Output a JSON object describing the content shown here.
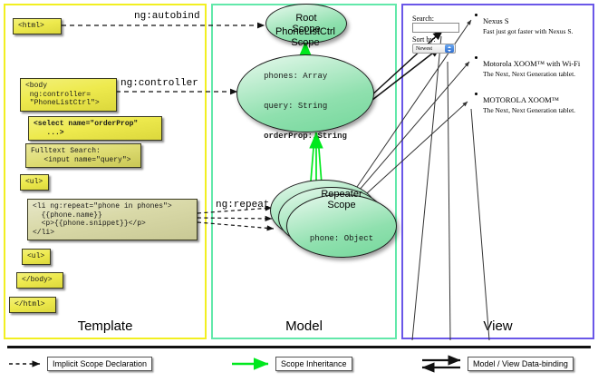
{
  "panels": {
    "template": {
      "label": "Template",
      "border_color": "#f2ef21"
    },
    "model": {
      "label": "Model",
      "border_color": "#62e8aa"
    },
    "view": {
      "label": "View",
      "border_color": "#6a57e8"
    }
  },
  "template_boxes": [
    {
      "id": "html-open",
      "text": "<html>"
    },
    {
      "id": "body-open",
      "text": "<body\n ng:controller=\n \"PhoneListCtrl\">"
    },
    {
      "id": "select",
      "text": "<select name=\"orderProp\"\n   ...>"
    },
    {
      "id": "fulltext",
      "text": "Fulltext Search:\n   <input name=\"query\">"
    },
    {
      "id": "ul-open",
      "text": "<ul>"
    },
    {
      "id": "li-repeat",
      "text": "<li ng:repeat=\"phone in phones\">\n  {{phone.name}}\n  <p>{{phone.snippet}}</p>\n</li>"
    },
    {
      "id": "ul-close",
      "text": "<ul>"
    },
    {
      "id": "body-close",
      "text": "</body>"
    },
    {
      "id": "html-close",
      "text": "</html>"
    }
  ],
  "connector_labels": {
    "autobind": "ng:autobind",
    "controller": "ng:controller",
    "repeat": "ng:repeat"
  },
  "scopes": [
    {
      "id": "root",
      "title": "Root\nScope",
      "title_lines": [
        "Root",
        "Scope"
      ],
      "props": []
    },
    {
      "id": "phonelist",
      "title": "PhoneListCtrl\nScope",
      "title_lines": [
        "PhoneListCtrl",
        "Scope"
      ],
      "props": [
        {
          "text": "phones: Array",
          "bold": false
        },
        {
          "text": "query: String",
          "bold": false
        },
        {
          "text": "orderProp: String",
          "bold": true
        }
      ]
    },
    {
      "id": "repeater",
      "title": "Repeater\nScope",
      "title_lines": [
        "Repeater",
        "Scope"
      ],
      "props": [
        {
          "text": "phone: Object",
          "bold": false
        }
      ]
    }
  ],
  "view": {
    "search_label": "Search:",
    "search_value": "",
    "sort_label": "Sort by:",
    "sort_selected": "Newest",
    "phones": [
      {
        "name": "Nexus S",
        "snippet": "Fast just got faster with Nexus S."
      },
      {
        "name": "Motorola XOOM™  with Wi-Fi",
        "snippet": "The Next, Next Generation tablet."
      },
      {
        "name": "MOTOROLA XOOM™",
        "snippet": "The Next, Next Generation tablet."
      }
    ]
  },
  "legend": [
    {
      "id": "implicit",
      "label": "Implicit Scope Declaration",
      "style": "dashed",
      "color": "#111111"
    },
    {
      "id": "inheritance",
      "label": "Scope Inheritance",
      "style": "solid-green",
      "color": "#00e81e"
    },
    {
      "id": "databinding",
      "label": "Model / View Data-binding",
      "style": "double-arrow",
      "color": "#111111"
    }
  ]
}
